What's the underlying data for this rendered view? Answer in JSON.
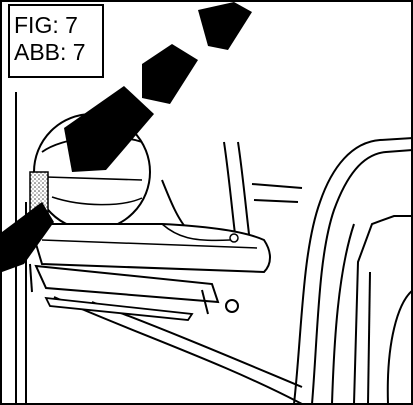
{
  "figure": {
    "fig_label": "FIG: 7",
    "abb_label": "ABB: 7",
    "illustration": "seat-assembly-line-drawing",
    "watermark_icon": "diagonal-black-watermark"
  },
  "colors": {
    "ink": "#000000",
    "paper": "#ffffff",
    "texture": "#444444"
  }
}
